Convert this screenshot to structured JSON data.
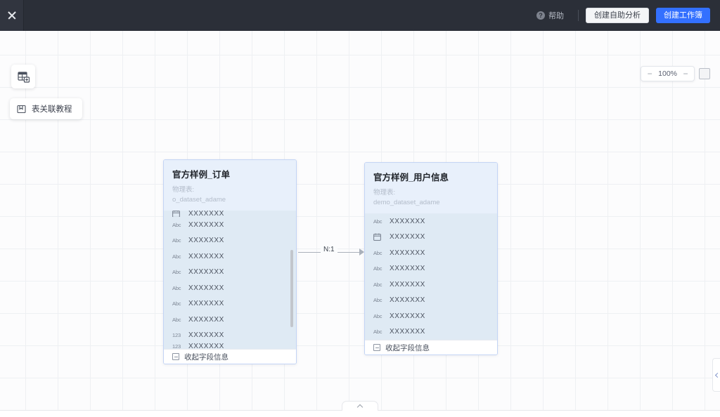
{
  "topbar": {
    "close_icon": "close-icon",
    "help_label": "帮助",
    "help_icon": "question-circle-icon",
    "secondary_button": "创建自助分析",
    "primary_button": "创建工作簿"
  },
  "canvas": {
    "add_table_icon": "table-add-icon",
    "tutorial": {
      "icon": "book-icon",
      "label": "表关联教程"
    },
    "zoom": {
      "decrease": "−",
      "value": "100%",
      "increase": "−",
      "fit_icon": "fit-screen-icon"
    }
  },
  "relation": {
    "label": "N:1",
    "arrow_icon": "arrow-right-icon"
  },
  "tables": [
    {
      "title": "官方样例_订单",
      "physical_label": "物理表:",
      "physical_name": "o_dataset_adame",
      "clipped_top_row": {
        "type": "date",
        "value": "XXXXXXX"
      },
      "fields": [
        {
          "type": "Abc",
          "value": "XXXXXXX"
        },
        {
          "type": "Abc",
          "value": "XXXXXXX"
        },
        {
          "type": "Abc",
          "value": "XXXXXXX"
        },
        {
          "type": "Abc",
          "value": "XXXXXXX"
        },
        {
          "type": "Abc",
          "value": "XXXXXXX"
        },
        {
          "type": "Abc",
          "value": "XXXXXXX"
        },
        {
          "type": "Abc",
          "value": "XXXXXXX"
        },
        {
          "type": "123",
          "value": "XXXXXXX"
        }
      ],
      "clipped_bottom_row": {
        "type": "123",
        "value": "XXXXXXX"
      },
      "collapse_label": "收起字段信息",
      "has_scrollbar": true
    },
    {
      "title": "官方样例_用户信息",
      "physical_label": "物理表:",
      "physical_name": "demo_dataset_adame",
      "fields": [
        {
          "type": "Abc",
          "value": "XXXXXXX"
        },
        {
          "type": "date",
          "value": "XXXXXXX"
        },
        {
          "type": "Abc",
          "value": "XXXXXXX"
        },
        {
          "type": "Abc",
          "value": "XXXXXXX"
        },
        {
          "type": "Abc",
          "value": "XXXXXXX"
        },
        {
          "type": "Abc",
          "value": "XXXXXXX"
        },
        {
          "type": "Abc",
          "value": "XXXXXXX"
        },
        {
          "type": "Abc",
          "value": "XXXXXXX"
        }
      ],
      "collapse_label": "收起字段信息",
      "has_scrollbar": false
    }
  ],
  "bottom": {
    "expand_handle_icon": "chevron-up-icon",
    "side_collapse_icon": "chevron-left-icon"
  },
  "colors": {
    "topbar_bg": "#2b2f38",
    "primary": "#3370ff",
    "card_header": "#e8f0fb",
    "card_fields": "#dfeaf4",
    "card_border": "#c3d4f5"
  }
}
